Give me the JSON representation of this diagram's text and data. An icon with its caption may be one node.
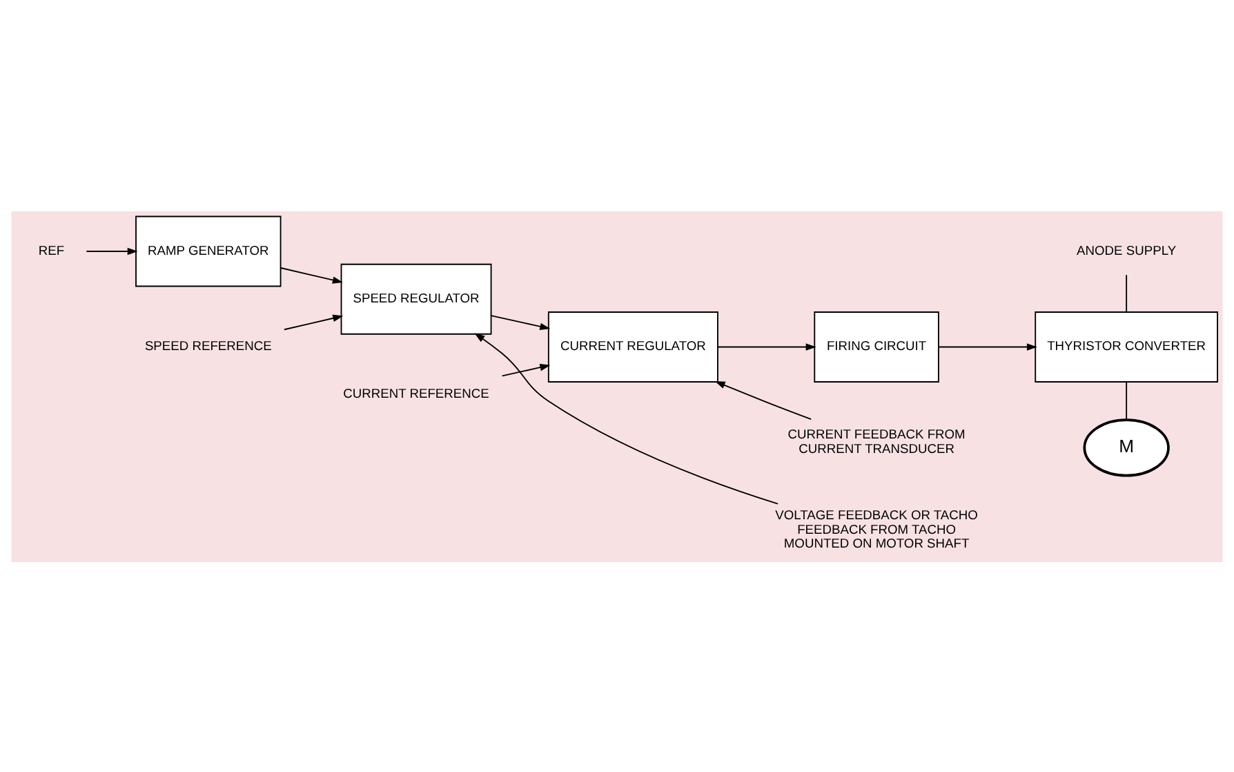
{
  "diagram": {
    "nodes": [
      {
        "text": [
          "REF"
        ]
      },
      {
        "text": [
          "RAMP GENERATOR"
        ]
      },
      {
        "text": [
          "SPEED REFERENCE"
        ]
      },
      {
        "text": [
          "SPEED REGULATOR"
        ]
      },
      {
        "text": [
          "CURRENT REFERENCE"
        ]
      },
      {
        "text": [
          "CURRENT REGULATOR"
        ]
      },
      {
        "text": [
          "FIRING CIRCUIT"
        ]
      },
      {
        "text": [
          "THYRISTOR CONVERTER"
        ]
      },
      {
        "text": [
          "ANODE SUPPLY"
        ]
      },
      {
        "text": [
          "M"
        ]
      },
      {
        "text": [
          "CURRENT FEEDBACK FROM CURRENT TRANSDUCER"
        ]
      },
      {
        "text": [
          "VOLTAGE FEEDBACK OR TACHO FEEDBACK FROM TACHO MOUNTED ON MOTOR SHAFT"
        ]
      }
    ],
    "edges": [
      {
        "from": 0,
        "to": 1,
        "arrow": "to"
      },
      {
        "from": 1,
        "to": 3,
        "arrow": "to"
      },
      {
        "from": 2,
        "to": 3,
        "arrow": "to"
      },
      {
        "from": 3,
        "to": 5,
        "arrow": "to"
      },
      {
        "from": 4,
        "to": 5,
        "arrow": "to"
      },
      {
        "from": 5,
        "to": 6,
        "arrow": "to"
      },
      {
        "from": 6,
        "to": 7,
        "arrow": "to"
      },
      {
        "from": 8,
        "to": 7,
        "arrow": "none"
      },
      {
        "from": 7,
        "to": 9,
        "arrow": "none"
      },
      {
        "from": 10,
        "to": 5,
        "arrow": "to"
      },
      {
        "from": 11,
        "to": 3,
        "arrow": "to"
      }
    ]
  }
}
